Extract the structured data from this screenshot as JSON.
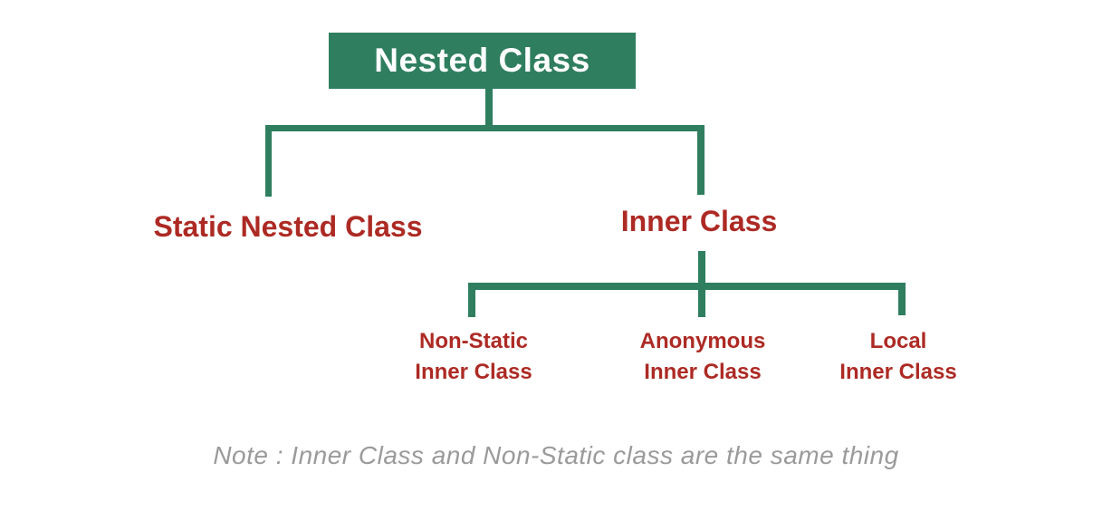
{
  "colors": {
    "green": "#2f7e60",
    "red": "#ad2a24",
    "note-gray": "#9a9a9a",
    "bg": "#ffffff"
  },
  "diagram": {
    "root": {
      "label": "Nested Class"
    },
    "level1": [
      {
        "label": "Static Nested Class"
      },
      {
        "label": "Inner Class"
      }
    ],
    "level2": [
      {
        "line1": "Non-Static",
        "line2": "Inner Class"
      },
      {
        "line1": "Anonymous",
        "line2": "Inner Class"
      },
      {
        "line1": "Local",
        "line2": "Inner Class"
      }
    ],
    "note": "Note : Inner Class and Non-Static class are the same thing"
  }
}
